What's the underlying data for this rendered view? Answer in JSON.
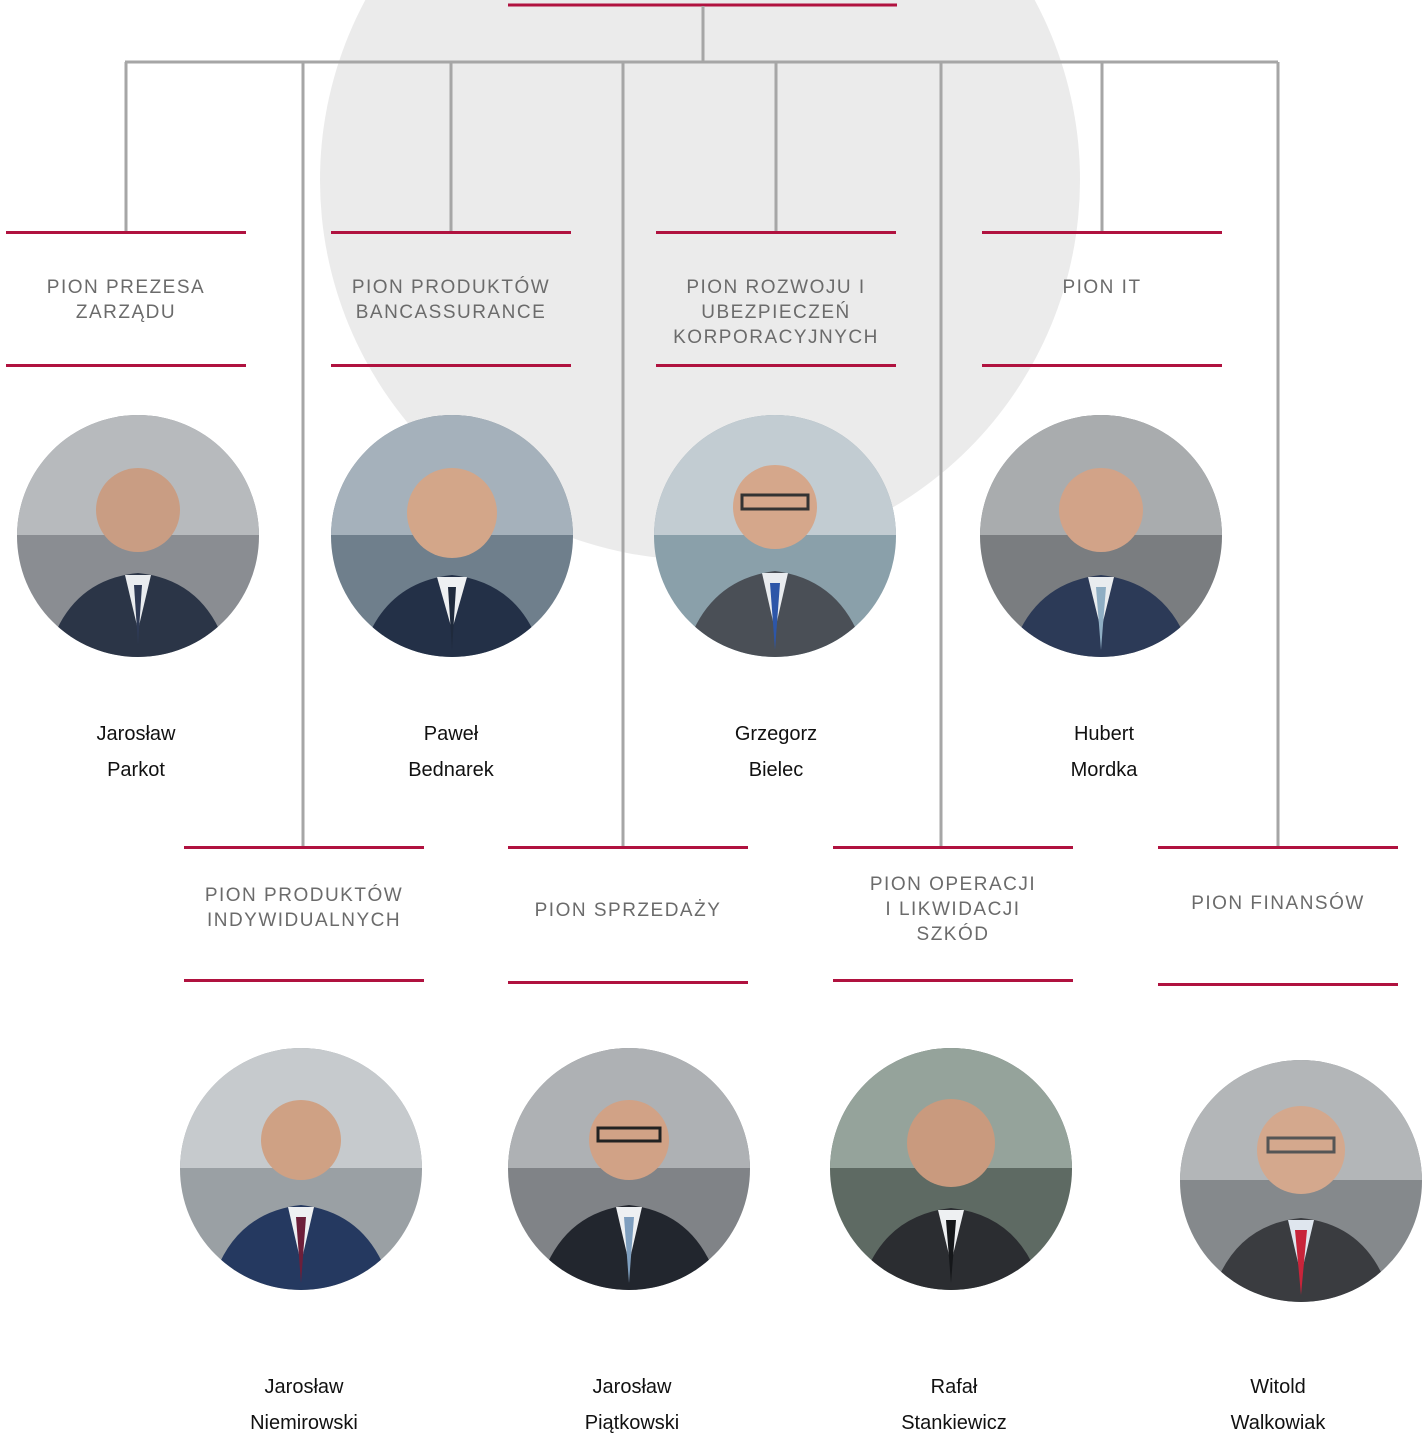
{
  "colors": {
    "accent": "#b0123f",
    "connector": "#a6a6a6",
    "background_circle": "#ebebeb",
    "title_text": "#6b6b6b",
    "name_text": "#111111"
  },
  "units": [
    {
      "title": "PION PREZESA\nZARZĄDU",
      "name": "Jarosław\nParkot"
    },
    {
      "title": "PION PRODUKTÓW\nBANCASSURANCE",
      "name": "Paweł\nBednarek"
    },
    {
      "title": "PION ROZWOJU I\nUBEZPIECZEŃ\nKORPORACYJNYCH",
      "name": "Grzegorz\nBielec"
    },
    {
      "title": "PION IT",
      "name": "Hubert\nMordka"
    },
    {
      "title": "PION PRODUKTÓW\nINDYWIDUALNYCH",
      "name": "Jarosław\nNiemirowski"
    },
    {
      "title": "PION SPRZEDAŻY",
      "name": "Jarosław\nPiątkowski"
    },
    {
      "title": "PION OPERACJI\nI LIKWIDACJI\nSZKÓD",
      "name": "Rafał\nStankiewicz"
    },
    {
      "title": "PION FINANSÓW",
      "name": "Witold\nWalkowiak"
    }
  ]
}
